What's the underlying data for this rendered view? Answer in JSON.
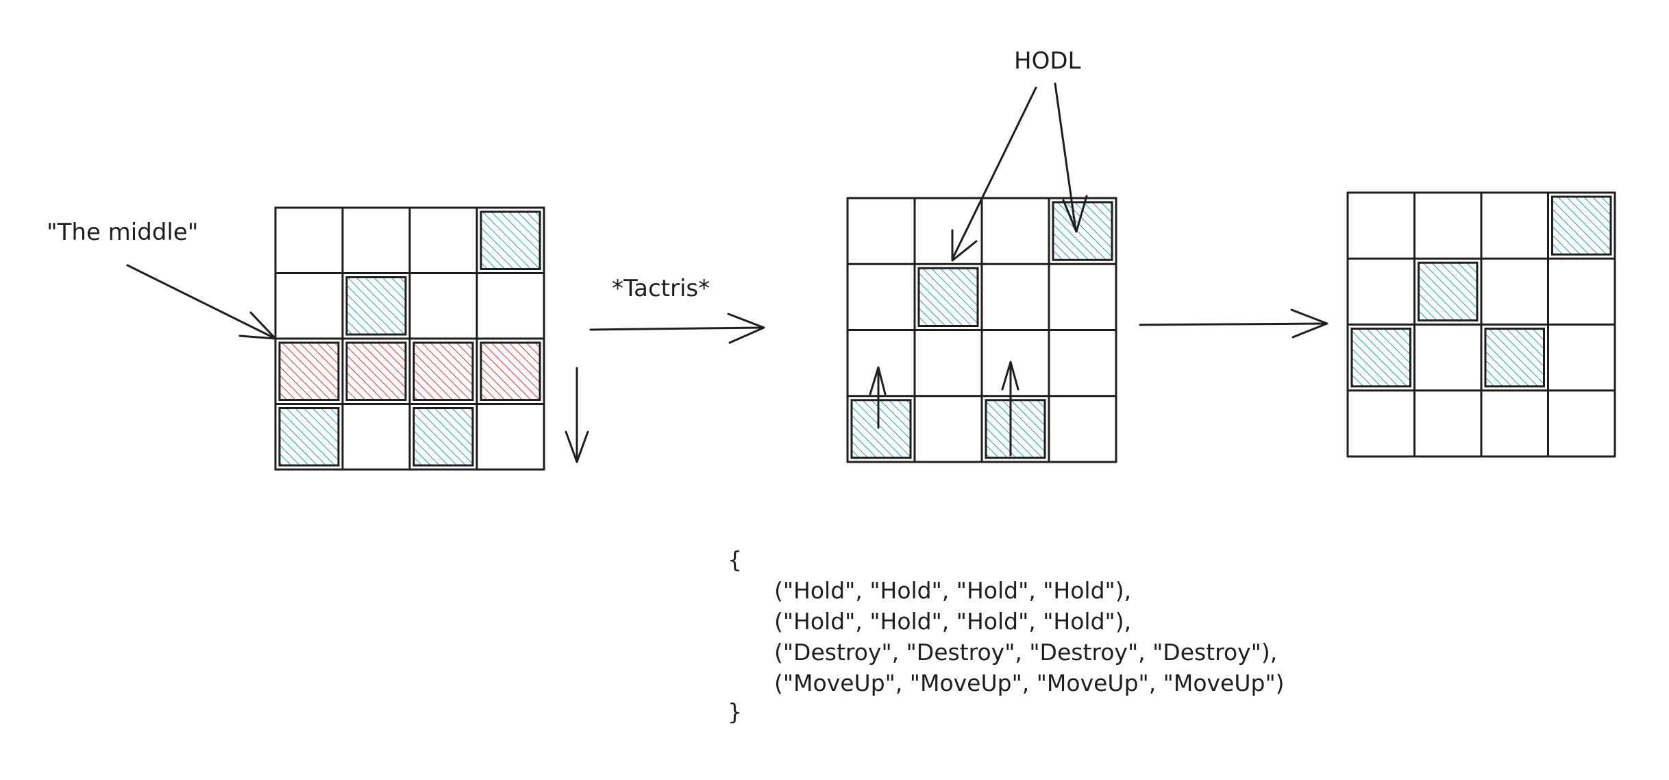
{
  "labels": {
    "middle": "\"The middle\"",
    "tactris": "*Tactris*",
    "hodl": "HODL"
  },
  "colors": {
    "ink": "#1e1e1e",
    "blue": "#12a3b8",
    "red": "#e03131"
  },
  "grids": [
    {
      "name": "before",
      "cells": [
        [
          "",
          "",
          "",
          "blue"
        ],
        [
          "",
          "blue",
          "",
          ""
        ],
        [
          "red",
          "red",
          "red",
          "red"
        ],
        [
          "blue",
          "",
          "blue",
          ""
        ]
      ]
    },
    {
      "name": "after-destroy",
      "cells": [
        [
          "",
          "",
          "",
          "blue"
        ],
        [
          "",
          "blue",
          "",
          ""
        ],
        [
          "",
          "",
          "",
          ""
        ],
        [
          "blue",
          "",
          "blue",
          ""
        ]
      ]
    },
    {
      "name": "after-move",
      "cells": [
        [
          "",
          "",
          "",
          "blue"
        ],
        [
          "",
          "blue",
          "",
          ""
        ],
        [
          "blue",
          "",
          "blue",
          ""
        ],
        [
          "",
          "",
          "",
          ""
        ]
      ]
    }
  ],
  "code": {
    "open": "{",
    "rows": [
      "(\"Hold\", \"Hold\", \"Hold\", \"Hold\"),",
      "(\"Hold\", \"Hold\", \"Hold\", \"Hold\"),",
      "(\"Destroy\", \"Destroy\", \"Destroy\", \"Destroy\"),",
      "(\"MoveUp\", \"MoveUp\", \"MoveUp\", \"MoveUp\")"
    ],
    "close": "}"
  }
}
